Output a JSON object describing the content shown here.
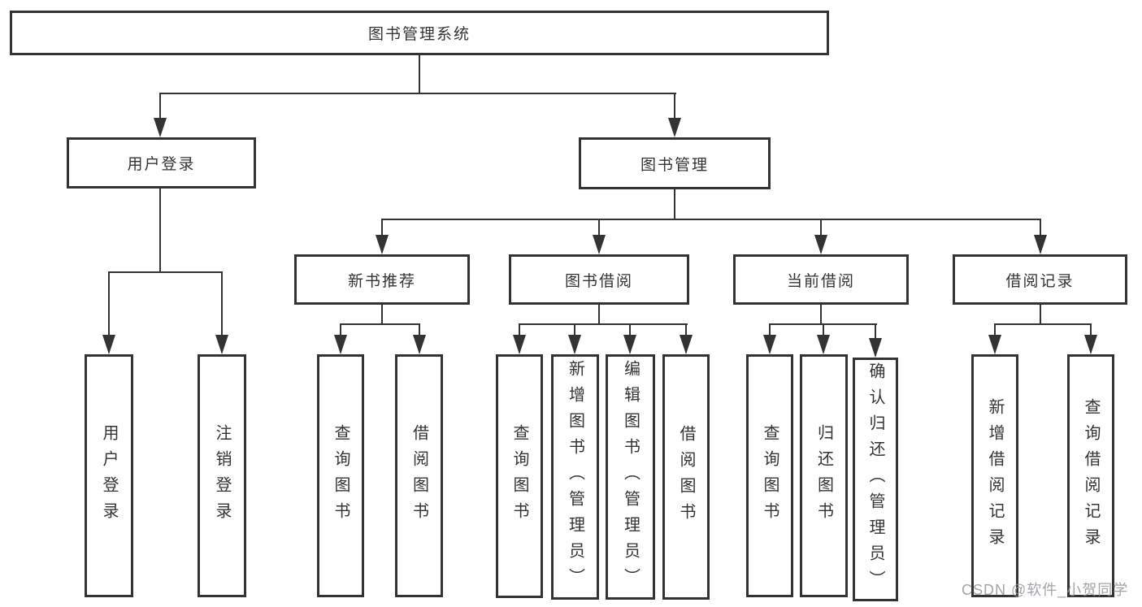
{
  "tree": {
    "label": "图书管理系统",
    "children": [
      {
        "label": "用户登录",
        "children": [
          {
            "label": "用户登录"
          },
          {
            "label": "注销登录"
          }
        ]
      },
      {
        "label": "图书管理",
        "children": [
          {
            "label": "新书推荐",
            "children": [
              {
                "label": "查询图书"
              },
              {
                "label": "借阅图书"
              }
            ]
          },
          {
            "label": "图书借阅",
            "children": [
              {
                "label": "查询图书"
              },
              {
                "label": "新增图书（管理员）"
              },
              {
                "label": "编辑图书（管理员）"
              },
              {
                "label": "借阅图书"
              }
            ]
          },
          {
            "label": "当前借阅",
            "children": [
              {
                "label": "查询图书"
              },
              {
                "label": "归还图书"
              },
              {
                "label": "确认归还（管理员）"
              }
            ]
          },
          {
            "label": "借阅记录",
            "children": [
              {
                "label": "新增借阅记录"
              },
              {
                "label": "查询借阅记录"
              }
            ]
          }
        ]
      }
    ]
  },
  "watermark": {
    "text": "CSDN @软件_小贺同学"
  },
  "colors": {
    "line": "#333333",
    "box_fill": "#ffffff",
    "text": "#333333",
    "watermark": "#94949b"
  }
}
